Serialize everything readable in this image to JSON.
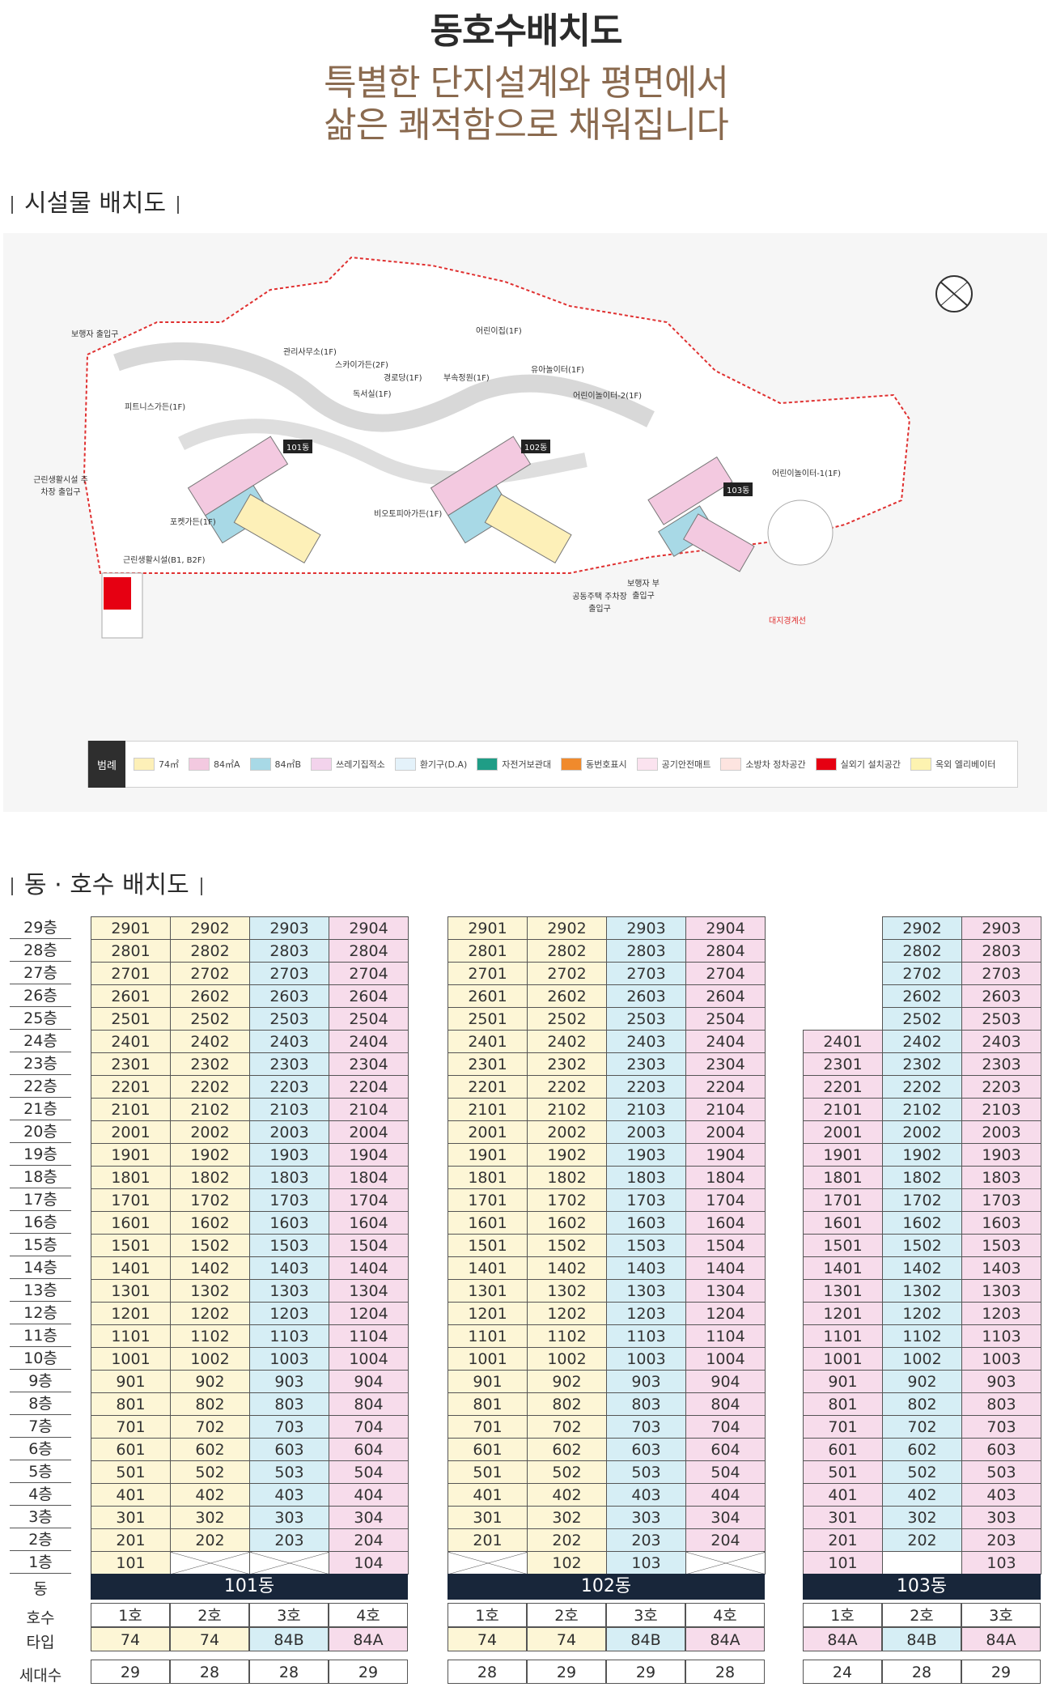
{
  "title": "동호수배치도",
  "subtitle_line1": "특별한 단지설계와 평면에서",
  "subtitle_line2": "삶은 쾌적함으로 채워집니다",
  "section1": "시설물 배치도",
  "section2": "동 · 호수 배치도",
  "map_labels": {
    "pedestrian_entry": "보행자 출입구",
    "management": "관리사무소(1F)",
    "sky_garden": "스카이가든(2F)",
    "senior_center": "경로당(1F)",
    "daycare": "어린이집(1F)",
    "annex_garden": "부속정원(1F)",
    "study_room": "독서실(1F)",
    "toddler_play": "유아놀이터(1F)",
    "kids_play2": "어린이놀이터-2(1F)",
    "fitness_garden": "피트니스가든(1F)",
    "bldg101": "101동",
    "bldg102": "102동",
    "bldg103": "103동",
    "kids_play1": "어린이놀이터-1(1F)",
    "nbhd_parking": "근린생활시설 주차장 출입구",
    "biotope": "비오토피아가든(1F)",
    "pocket_garden": "포켓가든(1F)",
    "nbhd_facility": "근린생활시설(B1, B2F)",
    "apt_parking": "공동주택 주차장 출입구",
    "pedestrian_sub": "보행자 부출입구",
    "boundary": "대지경계선"
  },
  "legend": {
    "head": "범례",
    "items": [
      {
        "label": "74㎡",
        "color": "#fdf0b8"
      },
      {
        "label": "84㎡A",
        "color": "#f3c9e0"
      },
      {
        "label": "84㎡B",
        "color": "#a8d9e6"
      },
      {
        "label": "쓰레기집적소",
        "color": "#f3d3ec"
      },
      {
        "label": "환기구(D.A)",
        "color": "#e4f2fa"
      },
      {
        "label": "자전거보관대",
        "color": "#1f9d86"
      },
      {
        "label": "동번호표시",
        "color": "#f08a2c"
      },
      {
        "label": "공기안전매트",
        "color": "#fbe3ef"
      },
      {
        "label": "소방차 정차공간",
        "color": "#fde4e0"
      },
      {
        "label": "실외기 설치공간",
        "color": "#e60012"
      },
      {
        "label": "옥외 엘리베이터",
        "color": "#fdf3b0"
      }
    ]
  },
  "floors": [
    "29층",
    "28층",
    "27층",
    "26층",
    "25층",
    "24층",
    "23층",
    "22층",
    "21층",
    "20층",
    "19층",
    "18층",
    "17층",
    "16층",
    "15층",
    "14층",
    "13층",
    "12층",
    "11층",
    "10층",
    "9층",
    "8층",
    "7층",
    "6층",
    "5층",
    "4층",
    "3층",
    "2층",
    "1층"
  ],
  "row_labels": {
    "dong": "동",
    "hosu": "호수",
    "type": "타입",
    "households": "세대수"
  },
  "buildings": [
    {
      "name": "101동",
      "units": [
        "1호",
        "2호",
        "3호",
        "4호"
      ],
      "types": [
        "74",
        "74",
        "84B",
        "84A"
      ],
      "households": [
        "29",
        "28",
        "28",
        "29"
      ]
    },
    {
      "name": "102동",
      "units": [
        "1호",
        "2호",
        "3호",
        "4호"
      ],
      "types": [
        "74",
        "74",
        "84B",
        "84A"
      ],
      "households": [
        "28",
        "29",
        "29",
        "28"
      ]
    },
    {
      "name": "103동",
      "units": [
        "1호",
        "2호",
        "3호"
      ],
      "types": [
        "84A",
        "84B",
        "84A"
      ],
      "households": [
        "24",
        "28",
        "29"
      ]
    }
  ]
}
